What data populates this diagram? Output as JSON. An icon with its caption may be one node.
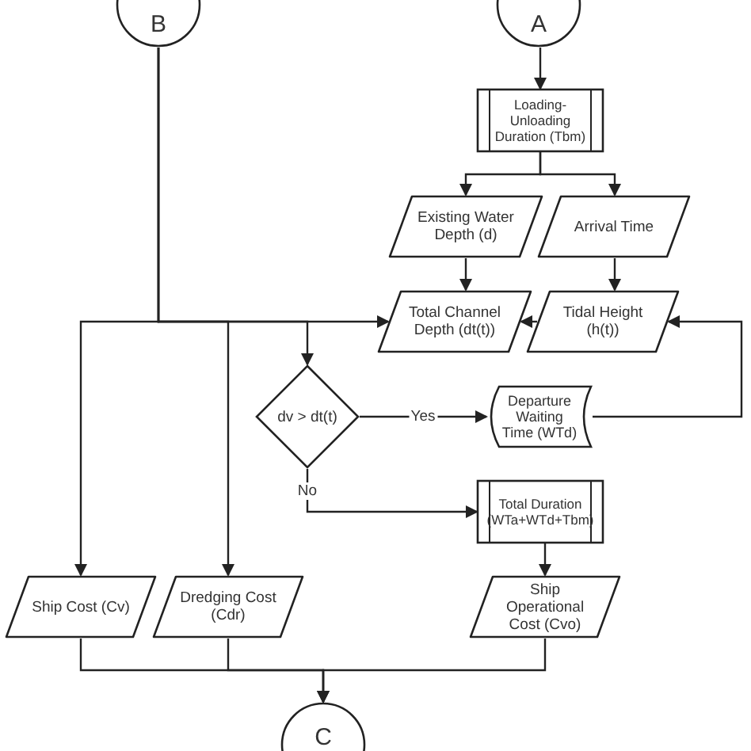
{
  "diagram": {
    "nodes": [
      {
        "text": [
          "B"
        ]
      },
      {
        "text": [
          "A"
        ]
      },
      {
        "text": [
          "Loading-Unloading Duration (Tbm)"
        ]
      },
      {
        "text": [
          "Existing Water Depth (d)"
        ]
      },
      {
        "text": [
          "Arrival Time"
        ]
      },
      {
        "text": [
          "Total Channel Depth (dt(t))"
        ]
      },
      {
        "text": [
          "Tidal Height (h(t))"
        ]
      },
      {
        "text": [
          "dv > dt(t)"
        ]
      },
      {
        "text": [
          "Departure Waiting Time (WTd)"
        ]
      },
      {
        "text": [
          "Total Duration (WTa+WTd+Tbm)"
        ]
      },
      {
        "text": [
          "Ship Cost (Cv)"
        ]
      },
      {
        "text": [
          "Dredging Cost (Cdr)"
        ]
      },
      {
        "text": [
          "Ship Operational Cost (Cvo)"
        ]
      },
      {
        "text": [
          "C"
        ]
      }
    ],
    "edges": [
      {
        "from": 1,
        "to": 2,
        "arrow": "to"
      },
      {
        "from": 2,
        "to": 3,
        "arrow": "to"
      },
      {
        "from": 2,
        "to": 4,
        "arrow": "to"
      },
      {
        "from": 3,
        "to": 5,
        "arrow": "to"
      },
      {
        "from": 4,
        "to": 6,
        "arrow": "to"
      },
      {
        "from": 6,
        "to": 5,
        "arrow": "to"
      },
      {
        "from": 0,
        "to": 5,
        "arrow": "to"
      },
      {
        "from": 0,
        "to": 10,
        "arrow": "to"
      },
      {
        "from": 0,
        "to": 11,
        "arrow": "to"
      },
      {
        "from": 0,
        "to": 7,
        "arrow": "to"
      },
      {
        "from": 7,
        "to": 8,
        "label": "Yes",
        "arrow": "to"
      },
      {
        "from": 8,
        "to": 6,
        "arrow": "to"
      },
      {
        "from": 7,
        "to": 9,
        "label": "No",
        "arrow": "to"
      },
      {
        "from": 9,
        "to": 12,
        "arrow": "to"
      },
      {
        "from": 10,
        "to": 13,
        "arrow": "to"
      },
      {
        "from": 11,
        "to": 13,
        "arrow": "to"
      },
      {
        "from": 12,
        "to": 13,
        "arrow": "to"
      }
    ]
  }
}
